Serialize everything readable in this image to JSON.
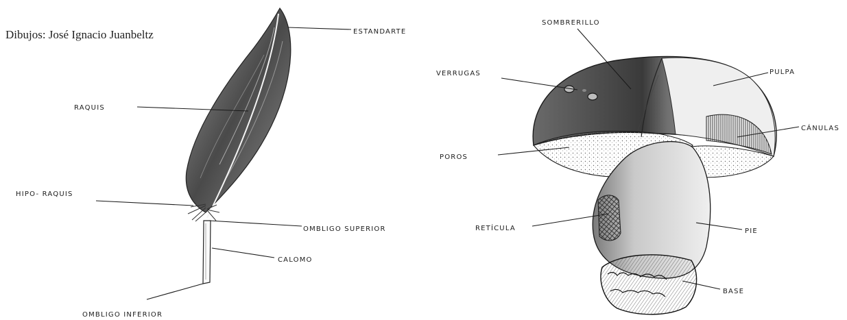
{
  "credit": "Dibujos: José Ignacio Juanbeltz",
  "feather": {
    "labels": {
      "estandarte": "ESTANDARTE",
      "raquis": "RAQUIS",
      "hipo_raquis": "HIPO- RAQUIS",
      "ombligo_superior": "OMBLIGO SUPERIOR",
      "calomo": "CALOMO",
      "ombligo_inferior": "OMBLIGO INFERIOR"
    }
  },
  "mushroom": {
    "labels": {
      "sombrerillo": "SOMBRERILLO",
      "verrugas": "VERRUGAS",
      "pulpa": "PULPA",
      "canulas": "CÁNULAS",
      "poros": "POROS",
      "reticula": "RETÍCULA",
      "pie": "PIE",
      "base": "BASE"
    }
  }
}
